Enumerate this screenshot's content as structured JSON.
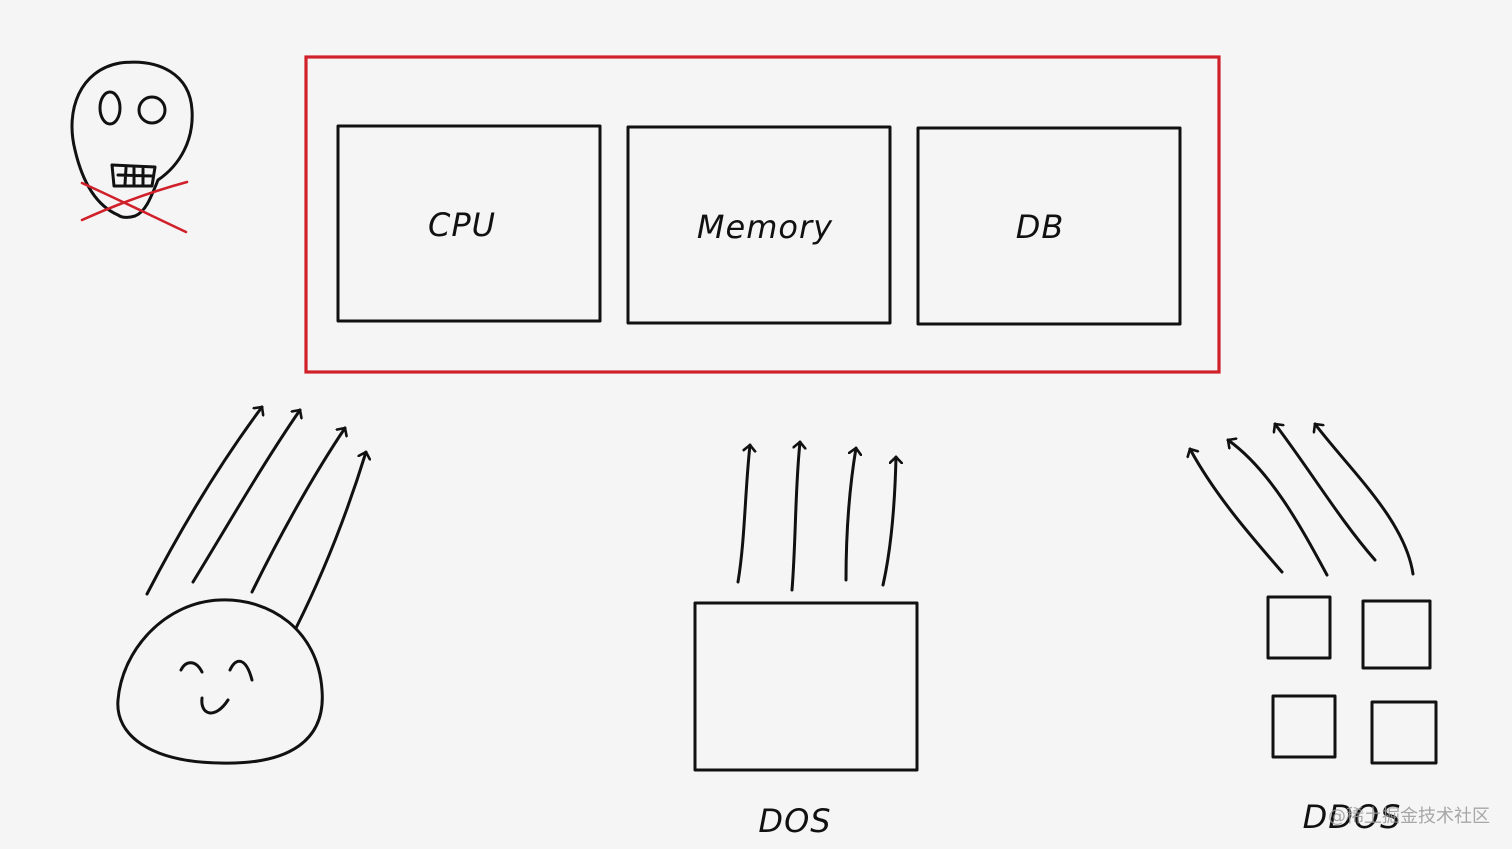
{
  "diagram": {
    "resources": [
      {
        "id": "cpu",
        "label": "CPU"
      },
      {
        "id": "memory",
        "label": "Memory"
      },
      {
        "id": "db",
        "label": "DB"
      }
    ],
    "attacks": [
      {
        "id": "dos",
        "label": "DOS"
      },
      {
        "id": "ddos",
        "label": "DDOS"
      }
    ],
    "watermark": "@稀土掘金技术社区"
  },
  "colors": {
    "background": "#f5f5f5",
    "ink": "#111111",
    "server_border": "#d0212a",
    "cross": "#d0212a"
  }
}
